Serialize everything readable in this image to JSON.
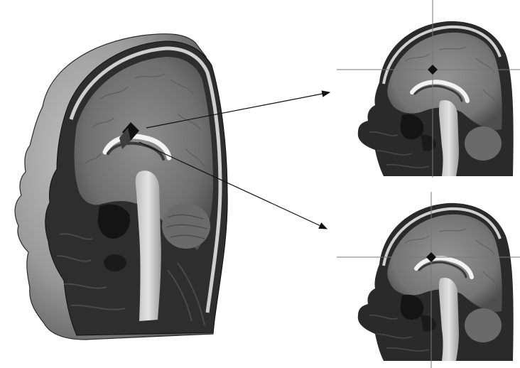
{
  "figure": {
    "head_model": {
      "skin_color": "#a9a9a9",
      "cut_face_color": "#3a3a3a"
    },
    "marker": {
      "shape": "diamond",
      "color": "#111111"
    },
    "crosshair_color": "#777777",
    "arrow_color": "#111111",
    "slices": [
      {
        "view": "sagittal"
      },
      {
        "view": "sagittal"
      }
    ]
  }
}
